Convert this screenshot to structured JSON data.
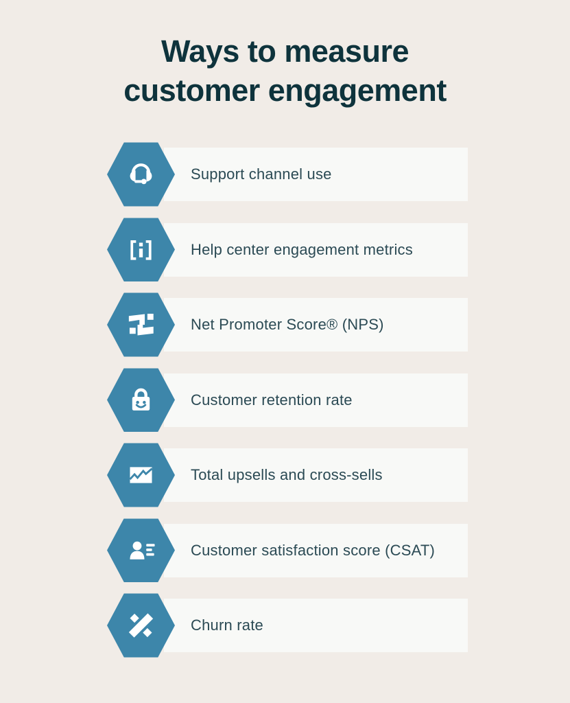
{
  "title": {
    "line1": "Ways to measure",
    "line2": "customer engagement"
  },
  "rows": [
    {
      "label": "Support channel use",
      "icon": "headset-icon"
    },
    {
      "label": "Help center engagement metrics",
      "icon": "info-brackets-icon"
    },
    {
      "label": "Net Promoter Score® (NPS)",
      "icon": "nps-blocks-icon"
    },
    {
      "label": "Customer retention rate",
      "icon": "retention-lock-icon"
    },
    {
      "label": "Total upsells and cross-sells",
      "icon": "upsells-chart-icon"
    },
    {
      "label": "Customer satisfaction score (CSAT)",
      "icon": "csat-person-icon"
    },
    {
      "label": "Churn rate",
      "icon": "churn-percent-icon"
    }
  ],
  "colors": {
    "background": "#f1ece7",
    "row_background": "#f8f9f7",
    "hexagon_blue": "#3d86aa",
    "title_text": "#0e333c",
    "row_text": "#2b4a54",
    "icon": "#ffffff"
  }
}
